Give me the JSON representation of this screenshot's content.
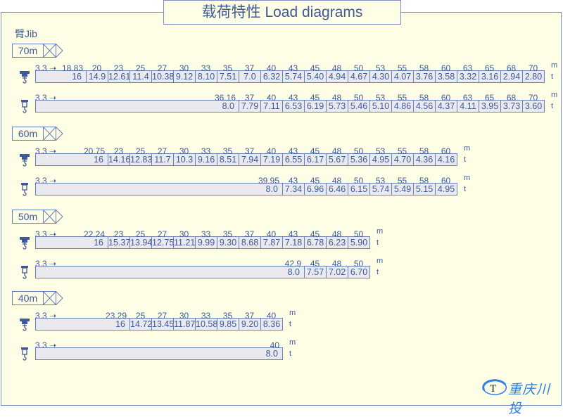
{
  "title": "载荷特性 Load diagrams",
  "jib_label": "臂Jib",
  "start_radius": "3.3",
  "units": {
    "radius": "m",
    "load": "t"
  },
  "columns": [
    "20",
    "23",
    "25",
    "27",
    "30",
    "33",
    "35",
    "37",
    "40",
    "43",
    "45",
    "48",
    "50",
    "53",
    "55",
    "58",
    "60",
    "63",
    "65",
    "68",
    "70"
  ],
  "colors": {
    "text": "#3f5a96",
    "border": "#6a7fb5",
    "background": "#fefde6",
    "cell": "#e9e9ee"
  },
  "sections": [
    {
      "jib": "70m",
      "rows": [
        {
          "icon": "four-fall-hook-icon",
          "radii": [
            "18.83",
            "20",
            "23",
            "25",
            "27",
            "30",
            "33",
            "35",
            "37",
            "40",
            "43",
            "45",
            "48",
            "50",
            "53",
            "55",
            "58",
            "60",
            "63",
            "65",
            "68",
            "70"
          ],
          "loads": [
            "16",
            "14.9",
            "12.61",
            "11.4",
            "10.38",
            "9.12",
            "8.10",
            "7.51",
            "7.0",
            "6.32",
            "5.74",
            "5.40",
            "4.94",
            "4.67",
            "4.30",
            "4.07",
            "3.76",
            "3.58",
            "3.32",
            "3.16",
            "2.94",
            "2.80"
          ]
        },
        {
          "icon": "two-fall-hook-icon",
          "radii": [
            "36.16",
            "37",
            "40",
            "43",
            "45",
            "48",
            "50",
            "53",
            "55",
            "58",
            "60",
            "63",
            "65",
            "68",
            "70"
          ],
          "loads": [
            "8.0",
            "7.79",
            "7.11",
            "6.53",
            "6.19",
            "5.73",
            "5.46",
            "5.10",
            "4.86",
            "4.56",
            "4.37",
            "4.11",
            "3.95",
            "3.73",
            "3.60"
          ]
        }
      ]
    },
    {
      "jib": "60m",
      "rows": [
        {
          "icon": "four-fall-hook-icon",
          "radii": [
            "20.75",
            "23",
            "25",
            "27",
            "30",
            "33",
            "35",
            "37",
            "40",
            "43",
            "45",
            "48",
            "50",
            "53",
            "55",
            "58",
            "60"
          ],
          "loads": [
            "16",
            "14.16",
            "12.83",
            "11.7",
            "10.3",
            "9.16",
            "8.51",
            "7.94",
            "7.19",
            "6.55",
            "6.17",
            "5.67",
            "5.36",
            "4.95",
            "4.70",
            "4.36",
            "4.16"
          ]
        },
        {
          "icon": "two-fall-hook-icon",
          "radii": [
            "39.95",
            "43",
            "45",
            "48",
            "50",
            "53",
            "55",
            "58",
            "60"
          ],
          "loads": [
            "8.0",
            "7.34",
            "6.96",
            "6.46",
            "6.15",
            "5.74",
            "5.49",
            "5.15",
            "4.95"
          ]
        }
      ]
    },
    {
      "jib": "50m",
      "rows": [
        {
          "icon": "four-fall-hook-icon",
          "radii": [
            "22.24",
            "23",
            "25",
            "27",
            "30",
            "33",
            "35",
            "37",
            "40",
            "43",
            "45",
            "48",
            "50"
          ],
          "loads": [
            "16",
            "15.37",
            "13.94",
            "12.75",
            "11.21",
            "9.99",
            "9.30",
            "8.68",
            "7.87",
            "7.18",
            "6.78",
            "6.23",
            "5.90"
          ]
        },
        {
          "icon": "two-fall-hook-icon",
          "radii": [
            "42.9",
            "45",
            "48",
            "50"
          ],
          "loads": [
            "8.0",
            "7.57",
            "7.02",
            "6.70"
          ]
        }
      ]
    },
    {
      "jib": "40m",
      "rows": [
        {
          "icon": "four-fall-hook-icon",
          "radii": [
            "23.29",
            "25",
            "27",
            "30",
            "33",
            "35",
            "37",
            "40"
          ],
          "loads": [
            "16",
            "14.72",
            "13.45",
            "11.87",
            "10.58",
            "9.85",
            "9.20",
            "8.36"
          ]
        },
        {
          "icon": "two-fall-hook-icon",
          "radii": [
            "40"
          ],
          "loads": [
            "8.0"
          ]
        }
      ]
    }
  ],
  "logo": {
    "mark": "T",
    "text": "重庆川投"
  }
}
